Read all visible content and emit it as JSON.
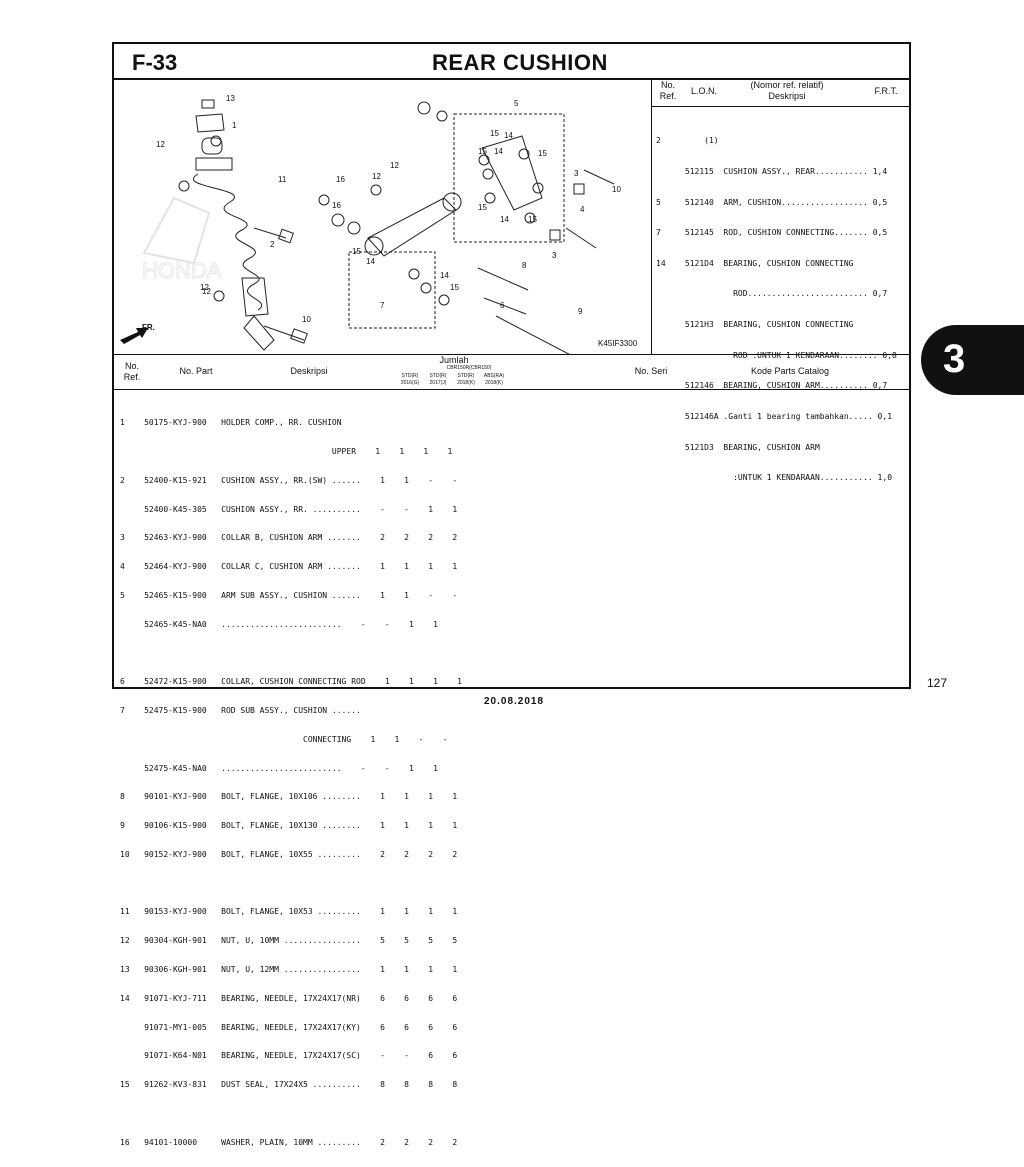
{
  "header": {
    "code": "F-33",
    "title": "REAR CUSHION"
  },
  "diagram": {
    "labels": [
      "13",
      "1",
      "12",
      "11",
      "2",
      "12",
      "10",
      "12",
      "16",
      "5",
      "15",
      "14",
      "15",
      "14",
      "15",
      "3",
      "10",
      "15",
      "14",
      "15",
      "12",
      "16",
      "14",
      "15",
      "15",
      "14",
      "8",
      "3",
      "4",
      "7",
      "6",
      "9",
      "12"
    ],
    "fr_label": "FR.",
    "figure_code": "K45IF3300"
  },
  "ref_table": {
    "head_no": "No.",
    "head_ref": "Ref.",
    "head_lon": "L.O.N.",
    "head_nomor": "(Nomor ref. relatif)",
    "head_desk": "Deskripsi",
    "head_frt": "F.R.T.",
    "lines": [
      "2         (1)",
      "      512115  CUSHION ASSY., REAR........... 1,4",
      "5     512140  ARM, CUSHION.................. 0,5",
      "7     512145  ROD, CUSHION CONNECTING....... 0,5",
      "14    5121D4  BEARING, CUSHION CONNECTING",
      "                ROD......................... 0,7",
      "      5121H3  BEARING, CUSHION CONNECTING",
      "                ROD :UNTUK 1 KENDARAAN........ 0,8",
      "      512146  BEARING, CUSHION ARM.......... 0,7",
      "      512146A .Ganti 1 bearing tambahkan..... 0,1",
      "      5121D3  BEARING, CUSHION ARM",
      "                :UNTUK 1 KENDARAAN........... 1,0"
    ]
  },
  "parts_table": {
    "head_no": "No.",
    "head_ref": "Ref.",
    "head_part": "No. Part",
    "head_desk": "Deskripsi",
    "head_jumlah": "Jumlah",
    "head_model": "CBR150R(CBR150)",
    "head_cols": [
      "STD(R)",
      "STD(R)",
      "STD(R)",
      "ABS(RA)"
    ],
    "head_years": [
      "2016(G)",
      "2017(J)",
      "2018(K)",
      "2018(K)"
    ],
    "head_seri": "No. Seri",
    "head_catalog": "Kode Parts Catalog",
    "lines": [
      "1    50175-KYJ-900   HOLDER COMP., RR. CUSHION",
      "                                            UPPER    1    1    1    1",
      "2    52400-K15-921   CUSHION ASSY., RR.(SW) ......    1    1    -    -",
      "     52400-K45-305   CUSHION ASSY., RR. ..........    -    -    1    1",
      "3    52463-KYJ-900   COLLAR B, CUSHION ARM .......    2    2    2    2",
      "4    52464-KYJ-900   COLLAR C, CUSHION ARM .......    1    1    1    1",
      "5    52465-K15-900   ARM SUB ASSY., CUSHION ......    1    1    -    -",
      "     52465-K45-NA0   .........................    -    -    1    1",
      "",
      "6    52472-K15-900   COLLAR, CUSHION CONNECTING ROD    1    1    1    1",
      "7    52475-K15-900   ROD SUB ASSY., CUSHION ......",
      "                                      CONNECTING    1    1    -    -",
      "     52475-K45-NA0   .........................    -    -    1    1",
      "8    90101-KYJ-900   BOLT, FLANGE, 10X106 ........    1    1    1    1",
      "9    90106-K15-900   BOLT, FLANGE, 10X130 ........    1    1    1    1",
      "10   90152-KYJ-900   BOLT, FLANGE, 10X55 .........    2    2    2    2",
      "",
      "11   90153-KYJ-900   BOLT, FLANGE, 10X53 .........    1    1    1    1",
      "12   90304-KGH-901   NUT, U, 10MM ................    5    5    5    5",
      "13   90306-KGH-901   NUT, U, 12MM ................    1    1    1    1",
      "14   91071-KYJ-711   BEARING, NEEDLE, 17X24X17(NR)    6    6    6    6",
      "     91071-MY1-005   BEARING, NEEDLE, 17X24X17(KY)    6    6    6    6",
      "     91071-K64-N01   BEARING, NEEDLE, 17X24X17(SC)    -    -    6    6",
      "15   91262-KV3-831   DUST SEAL, 17X24X5 ..........    8    8    8    8",
      "",
      "16   94101-10000     WASHER, PLAIN, 10MM .........    2    2    2    2"
    ]
  },
  "section_tab": "3",
  "page_number": "127",
  "date": "20.08.2018"
}
